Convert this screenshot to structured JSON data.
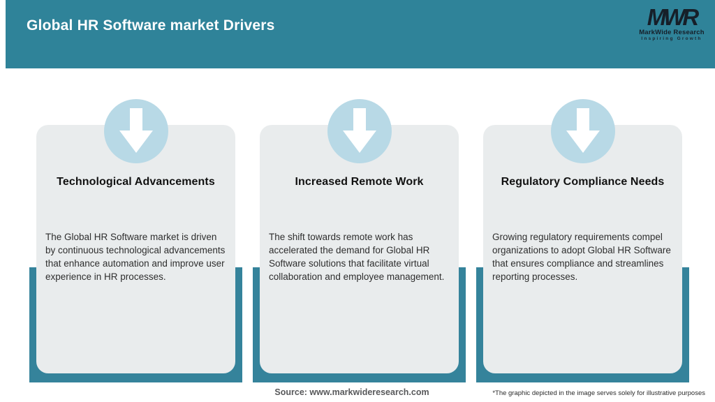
{
  "colors": {
    "header_teal": "#2f8399",
    "band_teal": "#35839b",
    "circle_blue": "#b8d9e6",
    "card_gray": "#e9eced",
    "arrow_white": "#ffffff"
  },
  "header": {
    "title": "Global HR Software market Drivers",
    "logo": {
      "monogram": "MWR",
      "name": "MarkWide Research",
      "tagline": "Inspiring Growth"
    }
  },
  "cards": [
    {
      "icon": "down-arrow-icon",
      "title": "Technological Advancements",
      "body": "The Global HR Software market is driven by continuous technological advancements that enhance automation and improve user experience in HR processes."
    },
    {
      "icon": "down-arrow-icon",
      "title": "Increased Remote Work",
      "body": "The shift towards remote work has accelerated the demand for Global HR Software solutions that facilitate virtual collaboration and employee management."
    },
    {
      "icon": "down-arrow-icon",
      "title": "Regulatory Compliance Needs",
      "body": "Growing regulatory requirements compel organizations to adopt Global HR Software that ensures compliance and streamlines reporting processes."
    }
  ],
  "footer": {
    "source": "Source: www.markwideresearch.com",
    "disclaimer": "*The graphic depicted in the image serves solely for illustrative purposes"
  }
}
